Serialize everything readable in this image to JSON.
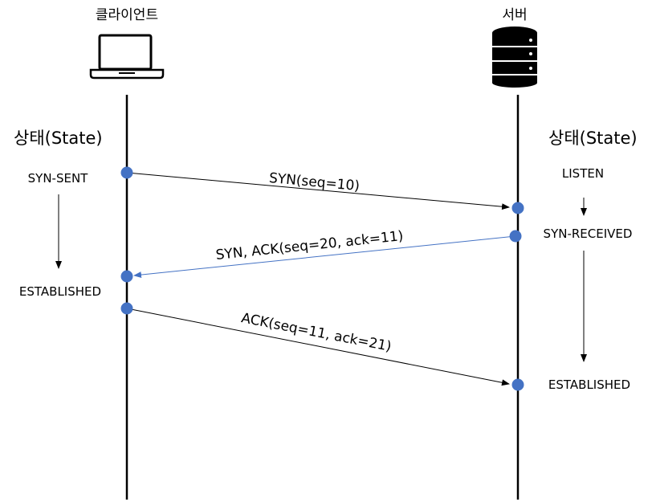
{
  "client": {
    "label": "클라이언트",
    "icon": "laptop-icon"
  },
  "server": {
    "label": "서버",
    "icon": "database-server-icon"
  },
  "client_state_title": "상태(State)",
  "server_state_title": "상태(State)",
  "client_states": [
    "SYN-SENT",
    "ESTABLISHED"
  ],
  "server_states": [
    "LISTEN",
    "SYN-RECEIVED",
    "ESTABLISHED"
  ],
  "messages": [
    {
      "label": "SYN(seq=10)",
      "direction": "client-to-server"
    },
    {
      "label": "SYN, ACK(seq=20, ack=11)",
      "direction": "server-to-client"
    },
    {
      "label": "ACK(seq=11, ack=21)",
      "direction": "client-to-server"
    }
  ],
  "colors": {
    "dot": "#4472c4",
    "reply_arrow": "#4472c4",
    "line": "#000000"
  }
}
